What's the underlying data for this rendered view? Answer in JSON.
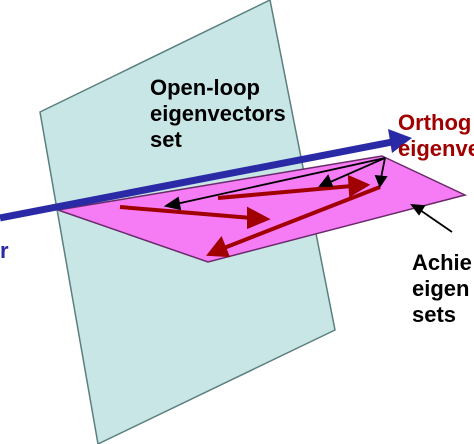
{
  "colors": {
    "plane_fill": "#c9e6e6",
    "plane_stroke": "#5b7f7f",
    "magenta_fill": "#f57cf5",
    "magenta_stroke": "#6a2a6a",
    "red_arrow": "#a00000",
    "blue_arrow": "#2a2aa6",
    "label_black": "#000000",
    "label_red": "#a00000",
    "label_blue": "#2a2aa6"
  },
  "labels": {
    "open_loop": [
      "Open-loop",
      "eigenvectors",
      "set"
    ],
    "orthogonal": [
      "Orthog",
      "eigenve"
    ],
    "achievable": [
      "Achie",
      "eigen",
      "sets"
    ],
    "left_letter": "r"
  }
}
